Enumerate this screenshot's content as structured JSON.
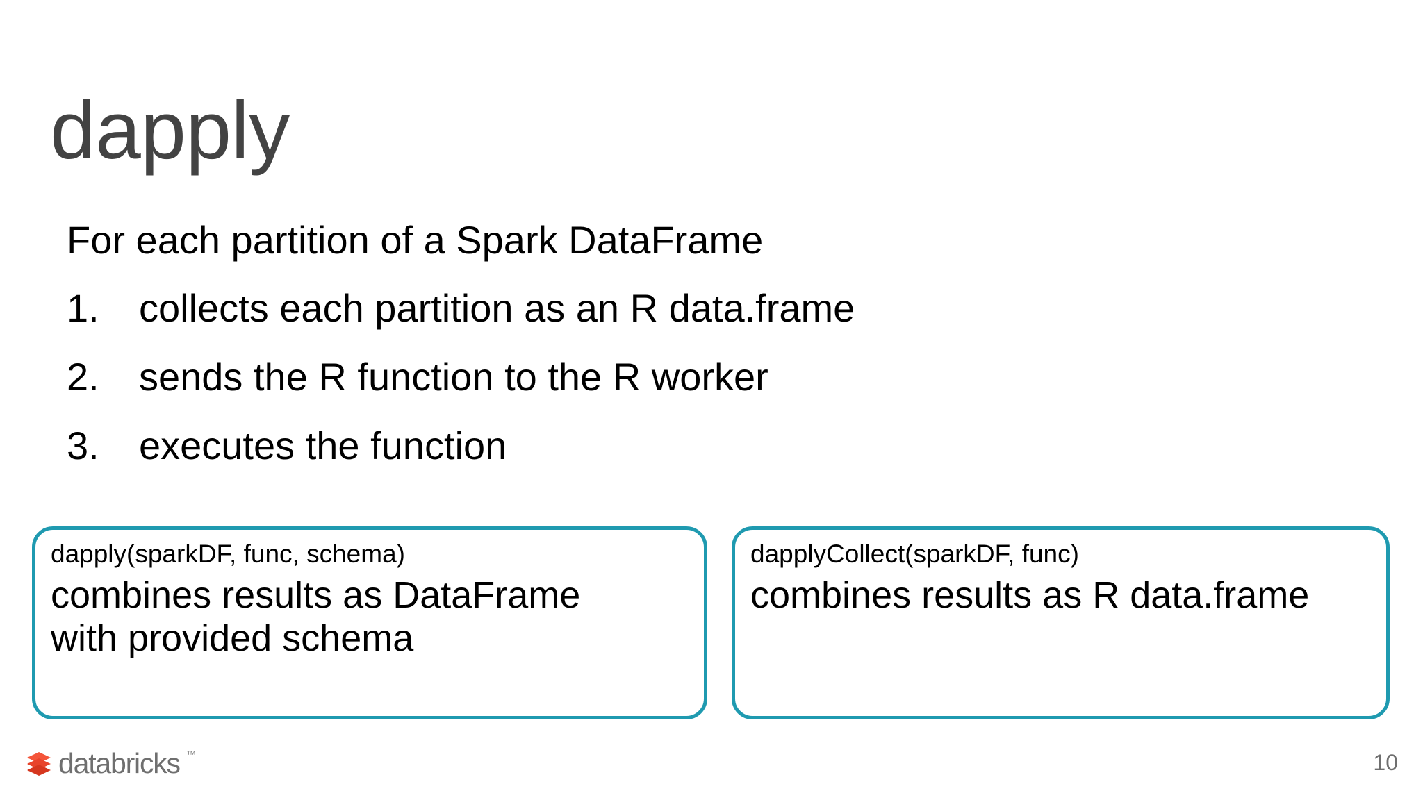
{
  "slide": {
    "title": "dapply",
    "lead": "For each partition of a Spark DataFrame",
    "steps": [
      {
        "num": "1.",
        "text": "collects each partition as an R data.frame"
      },
      {
        "num": "2.",
        "text": "sends the R function to the R worker"
      },
      {
        "num": "3.",
        "text": "executes the function"
      }
    ],
    "callouts": [
      {
        "signature": "dapply(sparkDF, func, schema)",
        "description": "combines results as DataFrame with provided schema"
      },
      {
        "signature": "dapplyCollect(sparkDF, func)",
        "description": "combines results as R data.frame"
      }
    ],
    "footer": {
      "logo_text": "databricks",
      "logo_trademark": "™",
      "page_number": "10"
    },
    "colors": {
      "title": "#434343",
      "body": "#000000",
      "callout_border": "#1f9ab0",
      "logo_red": "#e8442b",
      "logo_gray": "#6f6f6f",
      "page_number": "#6f6f6f",
      "background": "#ffffff"
    }
  }
}
